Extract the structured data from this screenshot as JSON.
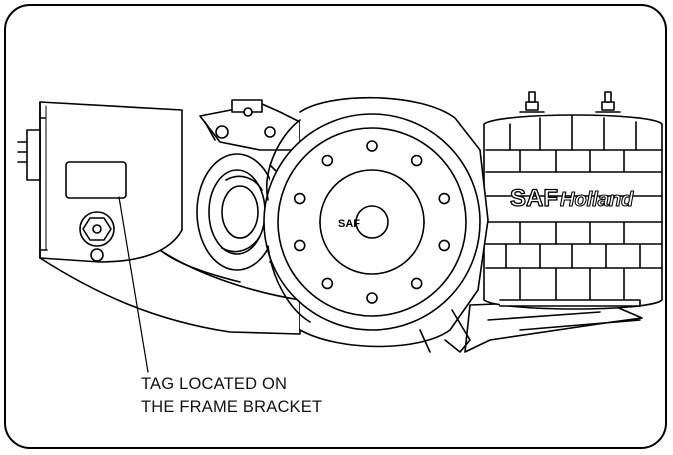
{
  "callout": {
    "line1": "TAG LOCATED ON",
    "line2": "THE FRAME BRACKET"
  },
  "airspring_brand": {
    "part1": "SAF",
    "part2": "Holland"
  },
  "hub_logo": "SAF",
  "colors": {
    "line": "#000000",
    "background": "#ffffff"
  }
}
